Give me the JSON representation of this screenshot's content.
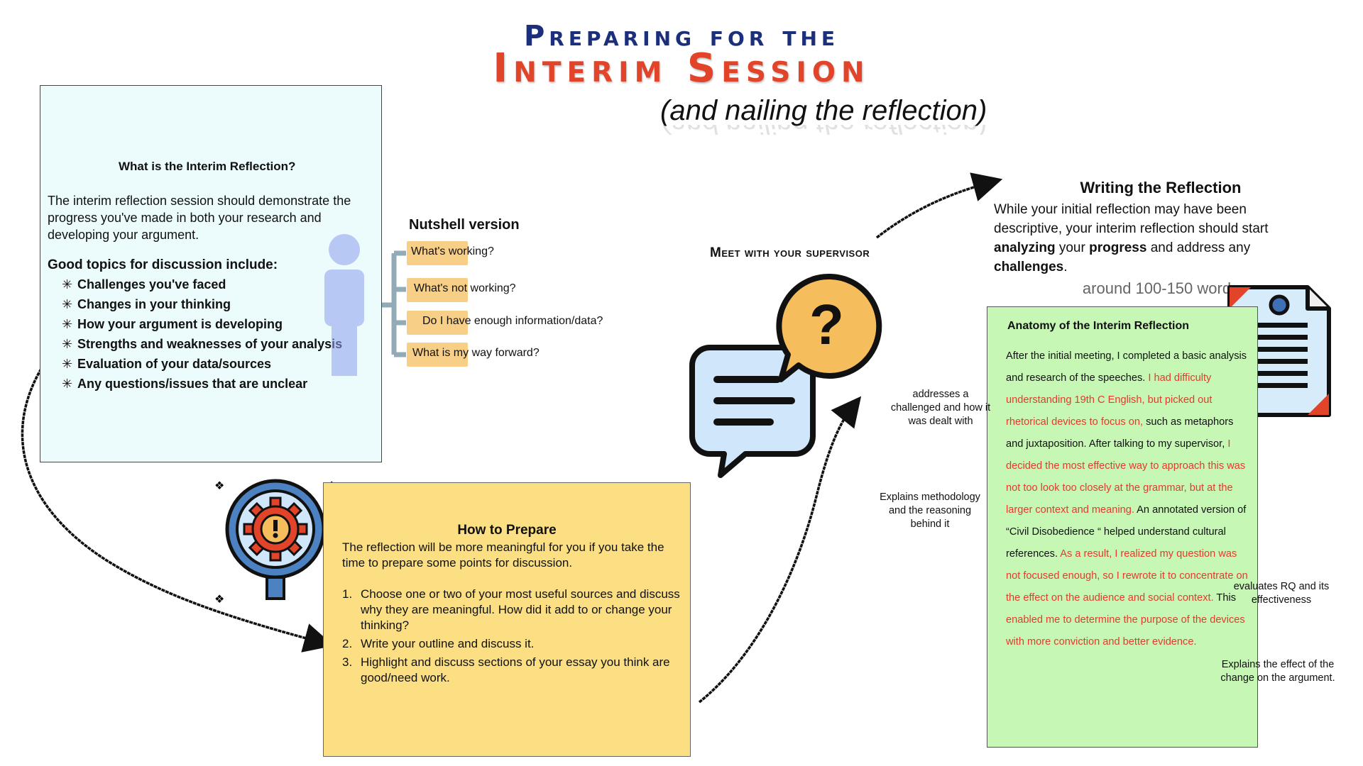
{
  "title": {
    "line1": "Preparing for the",
    "line2": "Interim Session",
    "line3": "(and nailing the reflection)"
  },
  "what_is": {
    "heading": "What is the Interim Reflection?",
    "text": "The interim reflection session should demonstrate the progress you've made in both your research and developing your argument.",
    "topics_title": "Good topics for discussion include:",
    "topics": [
      "Challenges you've faced",
      "Changes in your thinking",
      "How your argument is developing",
      "Strengths and weaknesses of your analysis",
      "Evaluation of your data/sources",
      "Any questions/issues that are unclear"
    ]
  },
  "nutshell": {
    "title": "Nutshell version",
    "items": [
      "What's working?",
      "What's not working?",
      "Do I have enough information/data?",
      "What is my way forward?"
    ]
  },
  "supervisor": {
    "label": "Meet with your supervisor"
  },
  "writing": {
    "title": "Writing the Reflection",
    "text_1": "While your initial reflection may have been descriptive, your interim reflection should start ",
    "bold_1": "analyzing",
    "text_2": " your ",
    "bold_2": "progress",
    "text_3": " and address any ",
    "bold_3": "challenges",
    "text_4": ".",
    "word_count": "around 100-150 words"
  },
  "anatomy": {
    "title": "Anatomy of the Interim Reflection",
    "seg1": "After the initial meeting, I completed a basic analysis and research of the speeches. ",
    "seg2_red": "I had difficulty understanding 19th C English, but picked out rhetorical devices to focus on,",
    "seg3": " such as metaphors and juxtaposition. After talking to my supervisor, ",
    "seg4_red": "I decided the most effective way to approach this was not too look too closely at the grammar, but at the larger context and meaning.",
    "seg5": " An annotated version of “Civil Disobedience “ helped understand cultural references. ",
    "seg6_red": "As a result, I realized my question was not focused enough, so I rewrote it to concentrate on the effect on the audience and social context.",
    "seg7": " This ",
    "seg8_red": "enabled me to determine the purpose of the devices with more conviction and better evidence."
  },
  "annotations": {
    "challenge": "addresses a challenged and how it was dealt with",
    "methodology": "Explains methodology and the reasoning behind it",
    "rq": "evaluates RQ and its effectiveness",
    "effect": "Explains the effect of the change on the argument."
  },
  "prepare": {
    "title": "How to Prepare",
    "text": "The reflection will be more meaningful for you if you take the time to prepare some points for discussion.",
    "steps": [
      {
        "num": "1.",
        "text": "Choose one or two of your most useful sources and discuss why they are meaningful.  How did it add to or change your thinking?"
      },
      {
        "num": "2.",
        "text": "Write your outline and discuss it."
      },
      {
        "num": "3.",
        "text": "Highlight and discuss sections of your essay you think are good/need work."
      }
    ]
  },
  "colors": {
    "title_blue": "#1b2f7a",
    "title_red": "#e2442a",
    "what_bg": "#ecfbfb",
    "prep_bg": "#fbdf82",
    "anatomy_bg": "#c6f7b5",
    "nutshell_bg": "#f7cf86",
    "red_text": "#e53a2c"
  },
  "icons": [
    "person-icon",
    "chat-question-icon",
    "gear-warning-icon",
    "document-icon",
    "arrow-icon"
  ]
}
